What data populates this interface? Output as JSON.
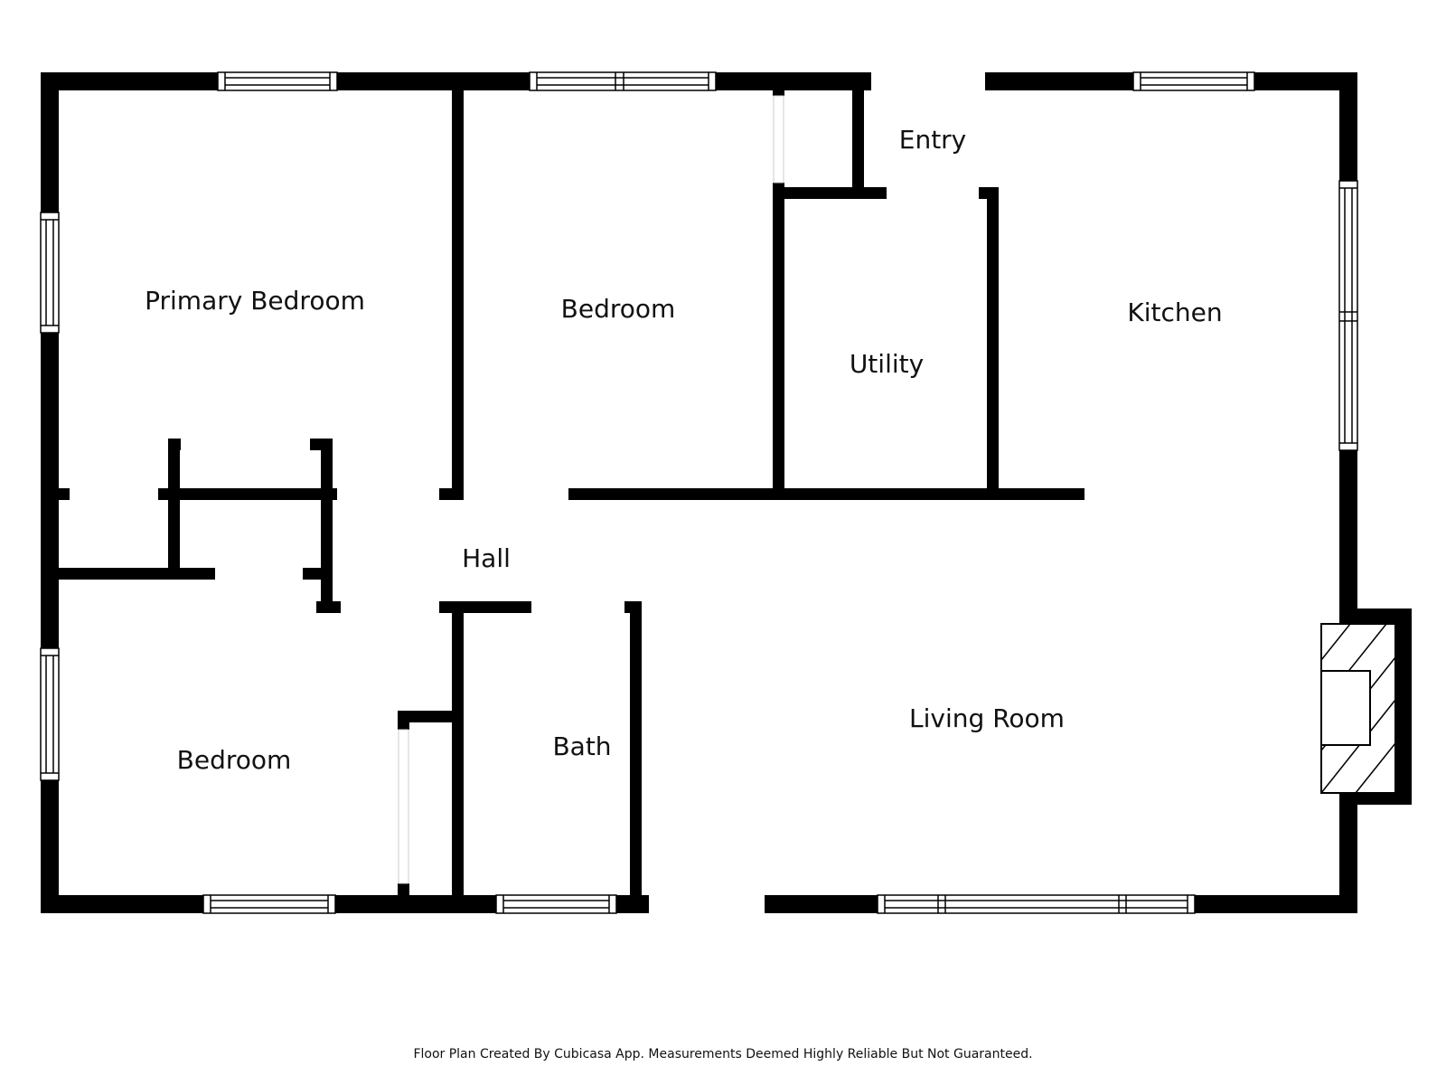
{
  "rooms": {
    "primary_bedroom": "Primary Bedroom",
    "bedroom_top": "Bedroom",
    "utility": "Utility",
    "entry": "Entry",
    "kitchen": "Kitchen",
    "hall": "Hall",
    "bedroom_bottom": "Bedroom",
    "bath": "Bath",
    "living_room": "Living Room"
  },
  "footer": {
    "note": "Floor Plan Created By Cubicasa App. Measurements Deemed Highly Reliable But Not Guaranteed."
  },
  "colors": {
    "wall": "#000000",
    "background": "#ffffff",
    "text": "#111111"
  }
}
